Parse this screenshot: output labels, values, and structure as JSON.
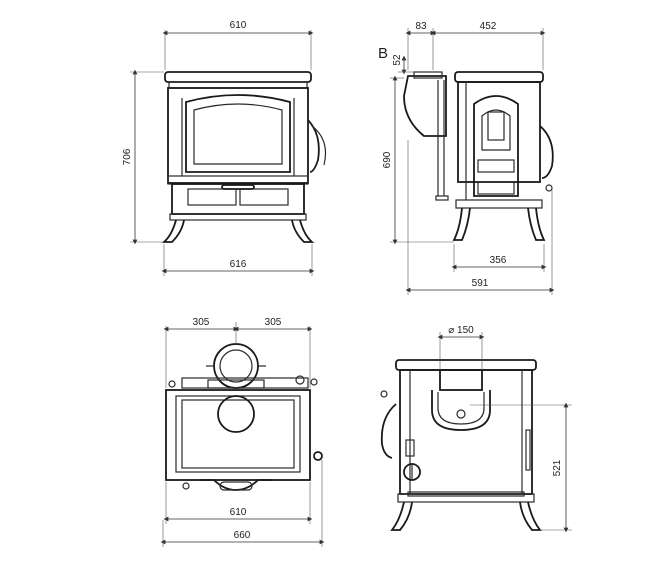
{
  "front_view": {
    "top_width": "610",
    "bottom_width": "616",
    "height": "706"
  },
  "side_view": {
    "marker": "B",
    "offset_top": "52",
    "offset_horizontal": "83",
    "top_depth": "452",
    "height": "690",
    "feet_depth": "356",
    "total_depth": "591"
  },
  "top_view": {
    "left_half": "305",
    "right_half": "305",
    "inner_width": "610",
    "outer_width": "660"
  },
  "rear_view": {
    "flue_diameter": "⌀ 150",
    "flue_height": "521"
  }
}
